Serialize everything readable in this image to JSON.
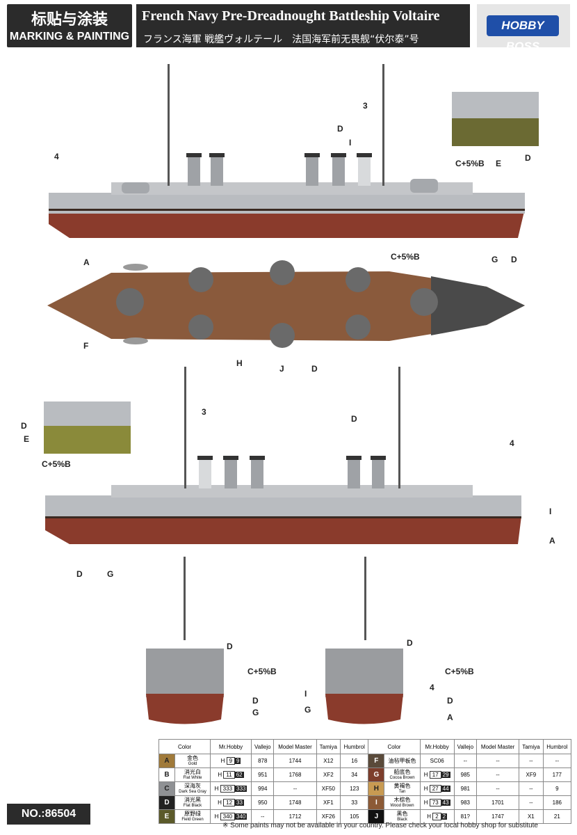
{
  "header": {
    "title_cn": "标贴与涂装",
    "title_en": "MARKING & PAINTING",
    "product_title": "French Navy Pre-Dreadnought Battleship Voltaire",
    "subtitle": "フランス海軍 戦艦ヴォルテール　法国海军前无畏舰“伏尔泰”号",
    "brand": "HOBBY BOSS"
  },
  "product_code": "NO.:86504",
  "colors": {
    "hull_red": "#8a3b2c",
    "hull_gray": "#b9bcc0",
    "deck_wood": "#8a5a3c",
    "dark": "#2b2b2b",
    "logo_blue": "#1f4fa8"
  },
  "callouts": {
    "side1": [
      "D",
      "3",
      "I",
      "4",
      "C+5%B",
      "A",
      "G",
      "D"
    ],
    "detail1": [
      "E",
      "D"
    ],
    "top": [
      "C+5%B",
      "F",
      "H",
      "J",
      "D"
    ],
    "side2": [
      "3",
      "D",
      "4",
      "D",
      "E",
      "C+5%B",
      "I",
      "A",
      "D",
      "G"
    ],
    "bow": [
      "D",
      "C+5%B",
      "D",
      "G"
    ],
    "stern": [
      "D",
      "C+5%B",
      "4",
      "I",
      "D",
      "G",
      "A"
    ]
  },
  "table": {
    "headers": [
      "Color",
      "Mr.Hobby",
      "Vallejo",
      "Model Master",
      "Tamiya",
      "Humbrol"
    ],
    "left": [
      {
        "code": "A",
        "color": "#a07a3a",
        "cn": "金色",
        "en": "Gold",
        "hobby": "H",
        "hobby_box": "9",
        "hobby_num": "9",
        "vallejo": "878",
        "mm": "1744",
        "tamiya": "X12",
        "humbrol": "16"
      },
      {
        "code": "B",
        "color": "#ffffff",
        "cn": "消光白",
        "en": "Flat White",
        "hobby": "H",
        "hobby_box": "11",
        "hobby_num": "62",
        "vallejo": "951",
        "mm": "1768",
        "tamiya": "XF2",
        "humbrol": "34"
      },
      {
        "code": "C",
        "color": "#8f9194",
        "cn": "深海灰",
        "en": "Dark Sea Gray",
        "hobby": "H",
        "hobby_box": "333",
        "hobby_num": "333",
        "vallejo": "994",
        "mm": "--",
        "tamiya": "XF50",
        "humbrol": "123"
      },
      {
        "code": "D",
        "color": "#222222",
        "cn": "消光黑",
        "en": "Flat Black",
        "hobby": "H",
        "hobby_box": "12",
        "hobby_num": "33",
        "vallejo": "950",
        "mm": "1748",
        "tamiya": "XF1",
        "humbrol": "33"
      },
      {
        "code": "E",
        "color": "#5b5a2a",
        "cn": "原野绿",
        "en": "Field Green",
        "hobby": "H",
        "hobby_box": "340",
        "hobby_num": "340",
        "vallejo": "--",
        "mm": "1712",
        "tamiya": "XF26",
        "humbrol": "105"
      }
    ],
    "right": [
      {
        "code": "F",
        "color": "#5a4a3a",
        "cn": "油毡甲板色",
        "en": "",
        "hobby": "SC06",
        "hobby_box": "",
        "hobby_num": "",
        "vallejo": "--",
        "mm": "--",
        "tamiya": "--",
        "humbrol": "--"
      },
      {
        "code": "G",
        "color": "#7d3e2c",
        "cn": "船底色",
        "en": "Cocoa Brown",
        "hobby": "H",
        "hobby_box": "17",
        "hobby_num": "29",
        "vallejo": "985",
        "mm": "--",
        "tamiya": "XF9",
        "humbrol": "177"
      },
      {
        "code": "H",
        "color": "#c89a52",
        "cn": "黄褐色",
        "en": "Tan",
        "hobby": "H",
        "hobby_box": "27",
        "hobby_num": "44",
        "vallejo": "981",
        "mm": "--",
        "tamiya": "--",
        "humbrol": "9"
      },
      {
        "code": "I",
        "color": "#8c5a36",
        "cn": "木棕色",
        "en": "Wood Brown",
        "hobby": "H",
        "hobby_box": "73",
        "hobby_num": "43",
        "vallejo": "983",
        "mm": "1701",
        "tamiya": "--",
        "humbrol": "186"
      },
      {
        "code": "J",
        "color": "#111111",
        "cn": "黑色",
        "en": "Black",
        "hobby": "H",
        "hobby_box": "2",
        "hobby_num": "2",
        "vallejo": "81?",
        "mm": "1747",
        "tamiya": "X1",
        "humbrol": "21"
      }
    ]
  },
  "footnote": "※ Some paints may not be available in your country. Please check your local hobby shop for substitute"
}
